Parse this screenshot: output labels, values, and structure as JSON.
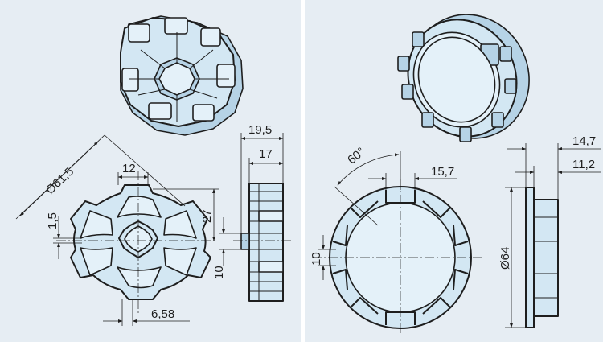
{
  "panels": [
    {
      "name": "octagonal-adapter-panel"
    },
    {
      "name": "ring-adapter-panel"
    }
  ],
  "dimensions": {
    "left": {
      "diameter": "Ø61,5",
      "top_width": "12",
      "height_27": "27",
      "small_1_5": "1,5",
      "side_19_5": "19,5",
      "side_17": "17",
      "side_10": "10",
      "bottom_6_58": "6,58"
    },
    "right": {
      "angle": "60°",
      "width_15_7": "15,7",
      "left_10": "10",
      "top_14_7": "14,7",
      "top_11_2": "11,2",
      "diameter": "Ø64"
    }
  }
}
